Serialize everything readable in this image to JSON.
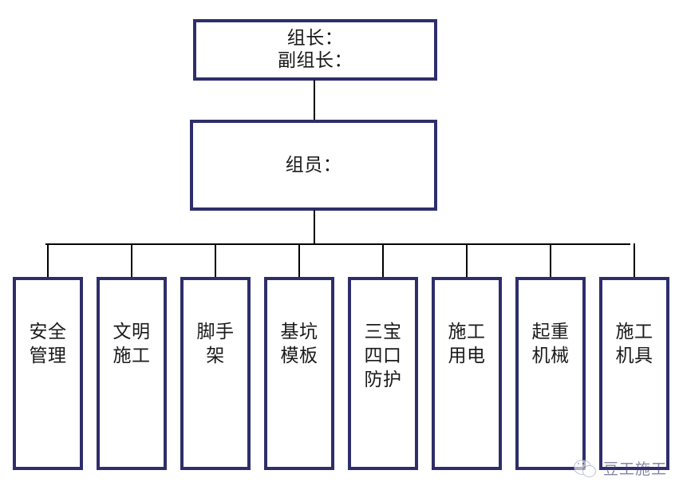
{
  "diagram": {
    "type": "organization-chart",
    "orientation": "top-down",
    "accent_color": "#2e2e6b",
    "connector_color": "#000000",
    "background_color": "#ffffff",
    "levels": 3
  },
  "nodes": {
    "leader": {
      "id": "leader",
      "label": "组长：\n副组长：",
      "lines": [
        "组长：",
        "副组长："
      ],
      "level": 1
    },
    "members": {
      "id": "members",
      "label": "组员：",
      "lines": [
        "组员："
      ],
      "level": 2
    }
  },
  "leaf_nodes": [
    {
      "id": "safety-management",
      "label": "安全\n管理",
      "lines": [
        "安全",
        "管理"
      ]
    },
    {
      "id": "civilized-construction",
      "label": "文明\n施工",
      "lines": [
        "文明",
        "施工"
      ]
    },
    {
      "id": "scaffolding",
      "label": "脚手\n架",
      "lines": [
        "脚手",
        "架"
      ]
    },
    {
      "id": "foundation-pit-formwork",
      "label": "基坑\n模板",
      "lines": [
        "基坑",
        "模板"
      ]
    },
    {
      "id": "three-treasures-four-openings",
      "label": "三宝\n四口\n防护",
      "lines": [
        "三宝",
        "四口",
        "防护"
      ]
    },
    {
      "id": "construction-power",
      "label": "施工\n用电",
      "lines": [
        "施工",
        "用电"
      ]
    },
    {
      "id": "lifting-machinery",
      "label": "起重\n机械",
      "lines": [
        "起重",
        "机械"
      ]
    },
    {
      "id": "construction-tools",
      "label": "施工\n机具",
      "lines": [
        "施工",
        "机具"
      ]
    }
  ],
  "watermark": {
    "text": "豆工施工",
    "icon": "wechat-bubbles-icon",
    "color": "#3a3a6e"
  }
}
